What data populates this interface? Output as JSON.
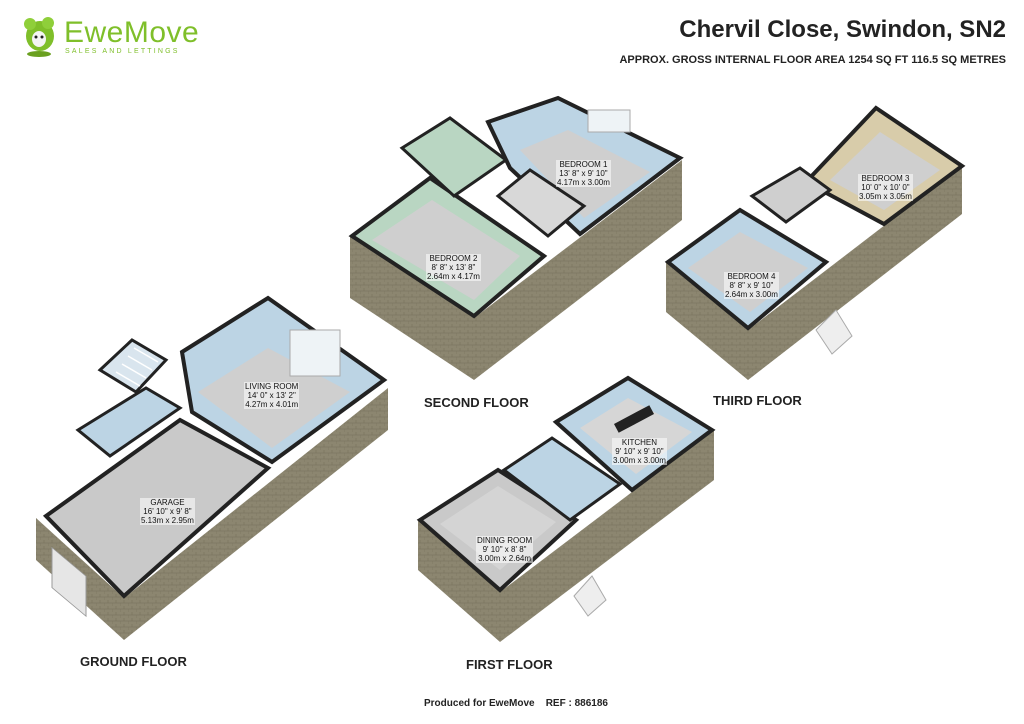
{
  "brand": {
    "name": "EweMove",
    "tagline": "SALES AND LETTINGS"
  },
  "header": {
    "title": "Chervil Close, Swindon, SN2",
    "area": "APPROX. GROSS INTERNAL FLOOR AREA 1254 SQ FT 116.5 SQ METRES"
  },
  "floors": {
    "ground": "GROUND FLOOR",
    "first": "FIRST FLOOR",
    "second": "SECOND FLOOR",
    "third": "THIRD FLOOR"
  },
  "rooms": {
    "living": {
      "name": "LIVING ROOM",
      "imperial": "14' 0\" x 13' 2\"",
      "metric": "4.27m x 4.01m"
    },
    "garage": {
      "name": "GARAGE",
      "imperial": "16' 10\" x 9' 8\"",
      "metric": "5.13m x 2.95m"
    },
    "kitchen": {
      "name": "KITCHEN",
      "imperial": "9' 10\" x 9' 10\"",
      "metric": "3.00m x 3.00m"
    },
    "dining": {
      "name": "DINING ROOM",
      "imperial": "9' 10\" x 8' 8\"",
      "metric": "3.00m x 2.64m"
    },
    "bedroom1": {
      "name": "BEDROOM 1",
      "imperial": "13' 8\" x 9' 10\"",
      "metric": "4.17m x 3.00m"
    },
    "bedroom2": {
      "name": "BEDROOM 2",
      "imperial": "8' 8\" x 13' 8\"",
      "metric": "2.64m x 4.17m"
    },
    "bedroom3": {
      "name": "BEDROOM 3",
      "imperial": "10' 0\" x 10' 0\"",
      "metric": "3.05m x 3.05m"
    },
    "bedroom4": {
      "name": "BEDROOM 4",
      "imperial": "8' 8\" x 9' 10\"",
      "metric": "2.64m x 3.00m"
    }
  },
  "footer": {
    "produced": "Produced for EweMove",
    "ref": "REF : 886186"
  },
  "colors": {
    "brand_green": "#7fbf2a",
    "wall_brick": "#8c8670",
    "floor_grey": "#c9c9c9",
    "room_blue": "#bcd4e4",
    "room_green": "#b9d6c2",
    "room_beige": "#d8ccaa"
  }
}
